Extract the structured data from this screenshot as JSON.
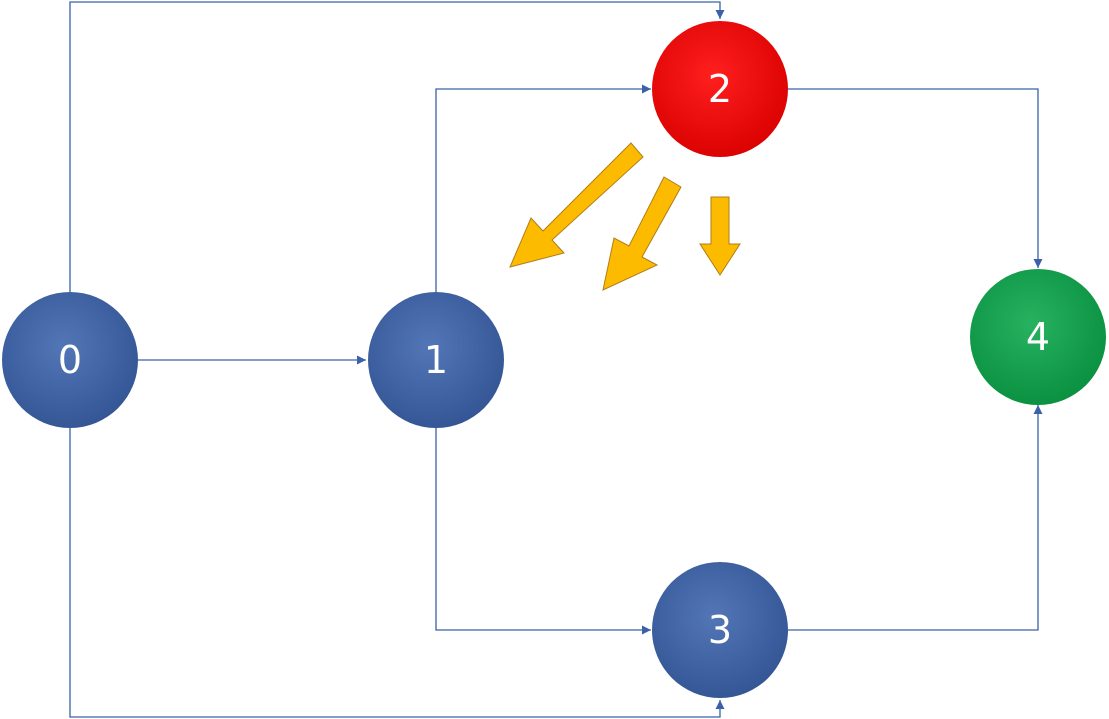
{
  "colors": {
    "edge": "#3a62a8",
    "node_default": "#3b63ad",
    "node_highlight": "#ff0000",
    "node_target": "#09a84a",
    "flow_arrow_fill": "#fdbb00",
    "flow_arrow_stroke": "#b07d1a"
  },
  "nodes": [
    {
      "id": "0",
      "label": "0",
      "state": "default"
    },
    {
      "id": "1",
      "label": "1",
      "state": "default"
    },
    {
      "id": "2",
      "label": "2",
      "state": "highlight"
    },
    {
      "id": "3",
      "label": "3",
      "state": "default"
    },
    {
      "id": "4",
      "label": "4",
      "state": "target"
    }
  ],
  "edges": [
    {
      "from": "0",
      "to": "1"
    },
    {
      "from": "0",
      "to": "2"
    },
    {
      "from": "0",
      "to": "3"
    },
    {
      "from": "1",
      "to": "2"
    },
    {
      "from": "1",
      "to": "3"
    },
    {
      "from": "2",
      "to": "4"
    },
    {
      "from": "3",
      "to": "4"
    }
  ],
  "flow_arrows": {
    "source": "2",
    "count": 3
  }
}
